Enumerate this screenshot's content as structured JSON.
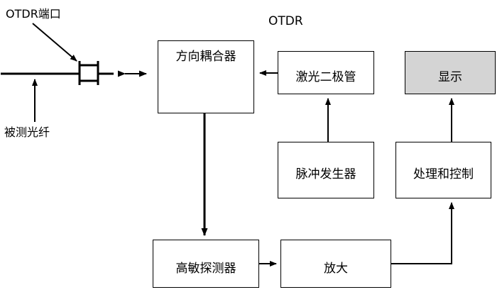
{
  "diagram": {
    "title": "OTDR",
    "annotations": {
      "port": "OTDR端口",
      "fiber": "被测光纤"
    },
    "blocks": [
      {
        "id": "coupler",
        "label": "方向耦合器",
        "shaded": false
      },
      {
        "id": "laser",
        "label": "激光二极管",
        "shaded": false
      },
      {
        "id": "display",
        "label": "显示",
        "shaded": true
      },
      {
        "id": "pulse",
        "label": "脉冲发生器",
        "shaded": false
      },
      {
        "id": "control",
        "label": "处理和控制",
        "shaded": false
      },
      {
        "id": "detector",
        "label": "高敏探测器",
        "shaded": false
      },
      {
        "id": "amp",
        "label": "放大",
        "shaded": false
      }
    ],
    "colors": {
      "line": "#000000",
      "shaded_fill": "#d4d4d4",
      "background": "#ffffff"
    }
  }
}
